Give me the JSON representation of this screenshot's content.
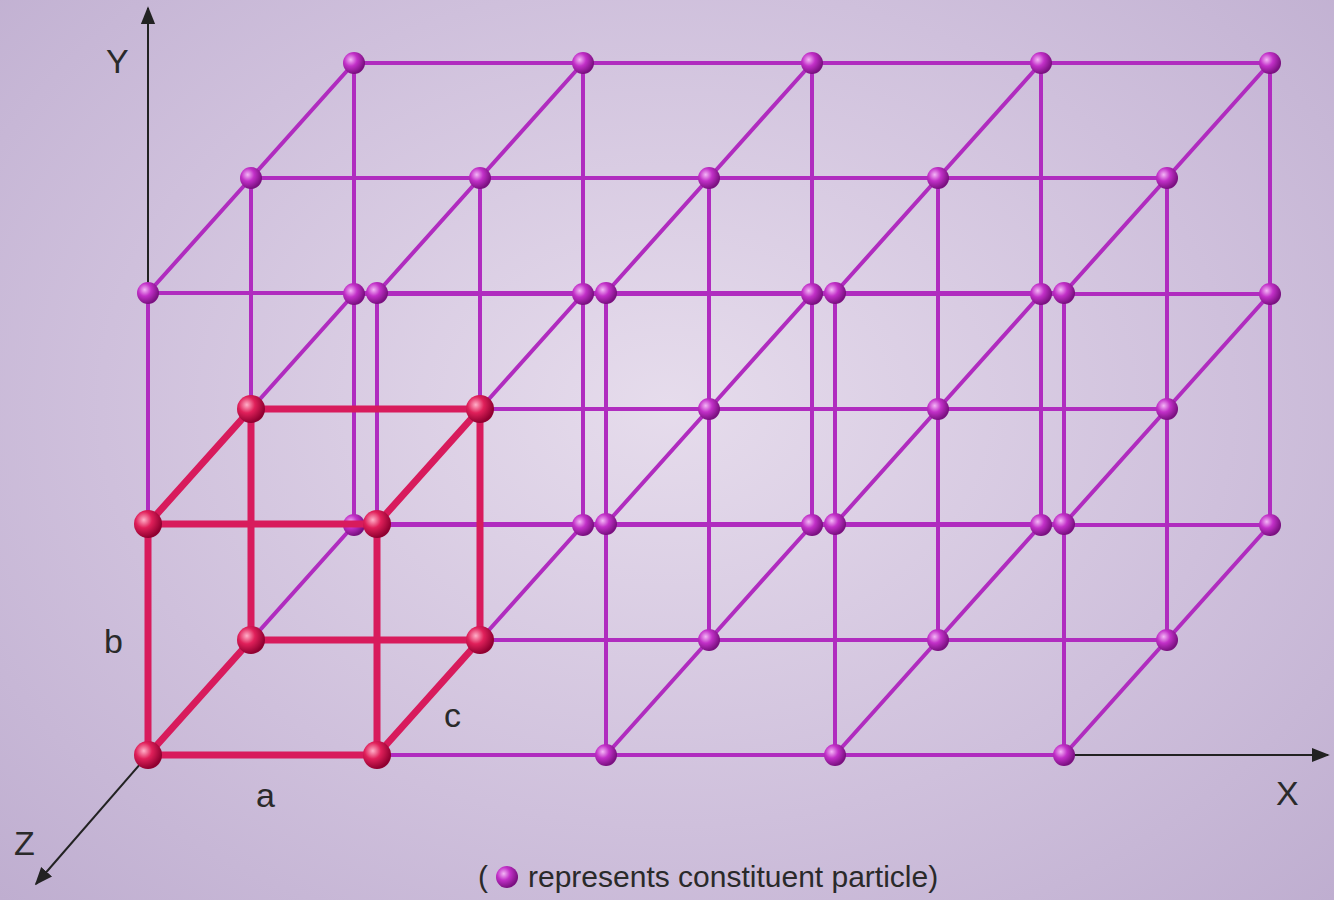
{
  "diagram": {
    "labels": [
      "Y",
      "X",
      "Z",
      "b",
      "a",
      "c",
      "("
    ],
    "legend": [
      {
        "text": "represents constituent particle)"
      }
    ]
  }
}
